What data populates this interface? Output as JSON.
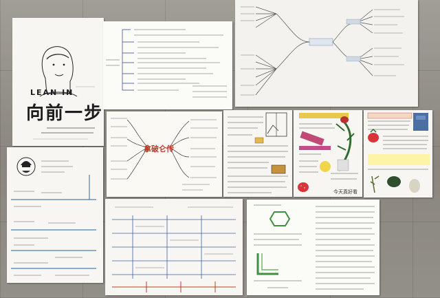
{
  "sheets": {
    "lean_in": {
      "title_en": "LEAN IN",
      "title_zh": "向前一步"
    },
    "mindmap_center": {
      "center_label": "拿破仑传"
    },
    "watercolor": {
      "caption": "今天真好看"
    }
  }
}
